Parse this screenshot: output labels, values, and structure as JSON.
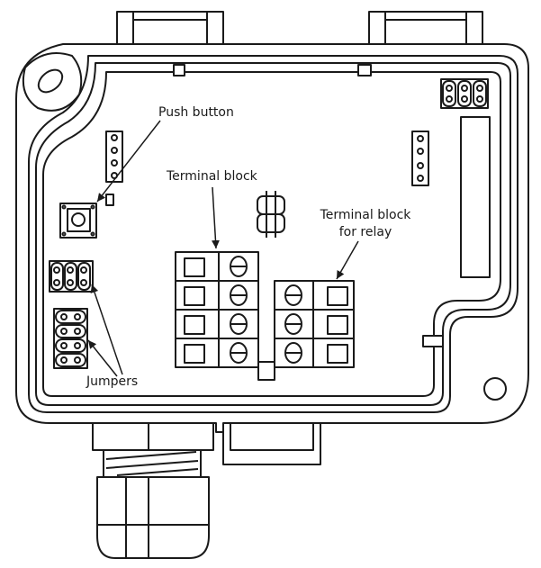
{
  "labels": {
    "push_button": "Push button",
    "terminal_block": "Terminal block",
    "terminal_block_relay_line1": "Terminal block",
    "terminal_block_relay_line2": "for relay",
    "jumpers": "Jumpers"
  },
  "colors": {
    "stroke": "#1a1a1a",
    "fill": "#ffffff"
  }
}
